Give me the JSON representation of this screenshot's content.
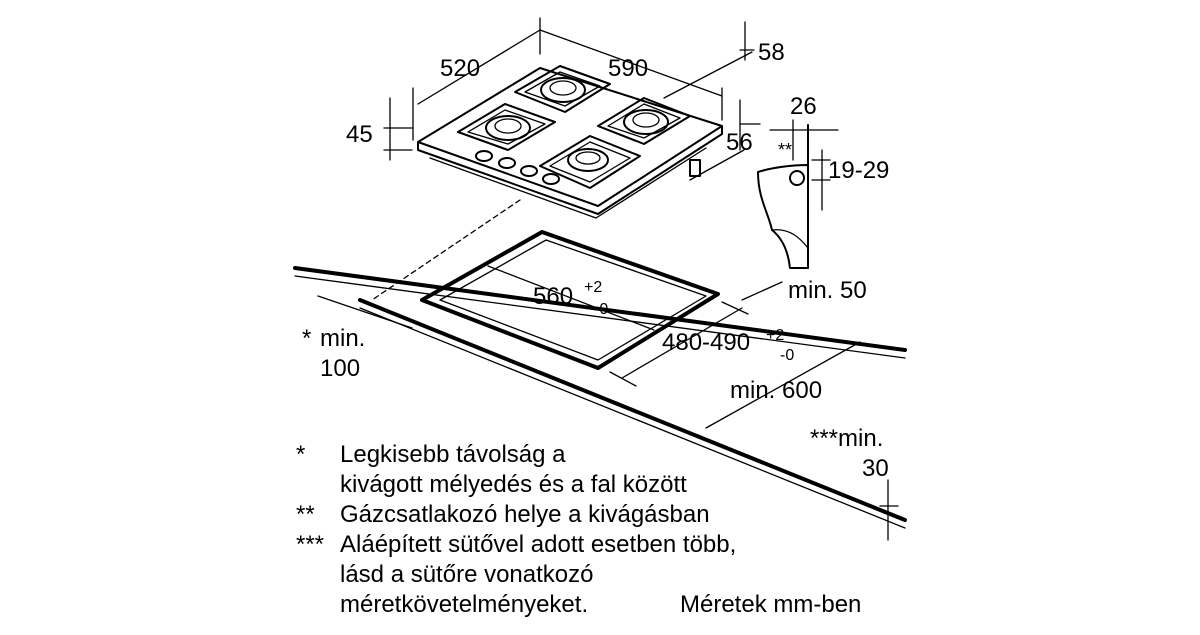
{
  "dimensions": {
    "hob_depth": "520",
    "hob_width": "590",
    "hob_height_total": "45",
    "right_depth": "58",
    "gas_pipe_offset": "56",
    "side_26": "26",
    "side_range": "19-29",
    "side_marker": "**",
    "cutout_width": "560",
    "cutout_width_tol_plus": "+2",
    "cutout_width_tol_minus": "-0",
    "cutout_depth": "480-490",
    "cutout_depth_tol_plus": "+2",
    "cutout_depth_tol_minus": "-0",
    "min_back": "min. 50",
    "min_front_prefix": "*",
    "min_front_label": "min.",
    "min_front_value": "100",
    "min_worktop": "min. 600",
    "min_oven_label": "***min.",
    "min_oven_value": "30"
  },
  "notes": [
    {
      "marker": "*",
      "lines": [
        "Legkisebb távolság a",
        "kivágott mélyedés és a fal között"
      ]
    },
    {
      "marker": "**",
      "lines": [
        "Gázcsatlakozó helye a kivágásban"
      ]
    },
    {
      "marker": "***",
      "lines": [
        "Aláépített sütővel adott esetben több,",
        "lásd a sütőre vonatkozó",
        "méretkövetelményeket."
      ]
    }
  ],
  "units_note": "Méretek mm-ben"
}
